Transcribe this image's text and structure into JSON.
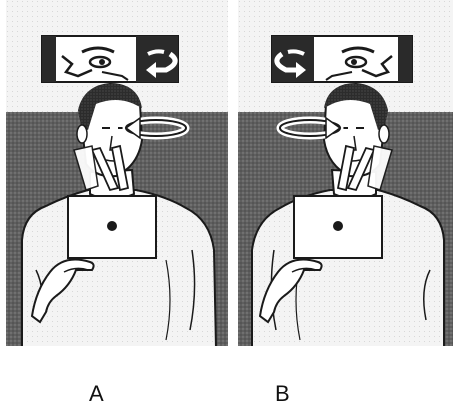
{
  "figure": {
    "panels": [
      {
        "label": "A",
        "rotation_direction": "right",
        "head_turn": "toward-right"
      },
      {
        "label": "B",
        "rotation_direction": "left",
        "head_turn": "toward-left"
      }
    ],
    "colors": {
      "background_dark": "#5a5a5a",
      "background_light": "#f2f2f2",
      "ink": "#1a1a1a",
      "skin": "#ffffff",
      "hair": "#3a3a3a"
    },
    "icons": [
      "face-inset-icon",
      "rotation-arrow-icon",
      "target-card-icon",
      "dot-icon",
      "hand-icon",
      "finger-sight-lines-icon"
    ]
  }
}
